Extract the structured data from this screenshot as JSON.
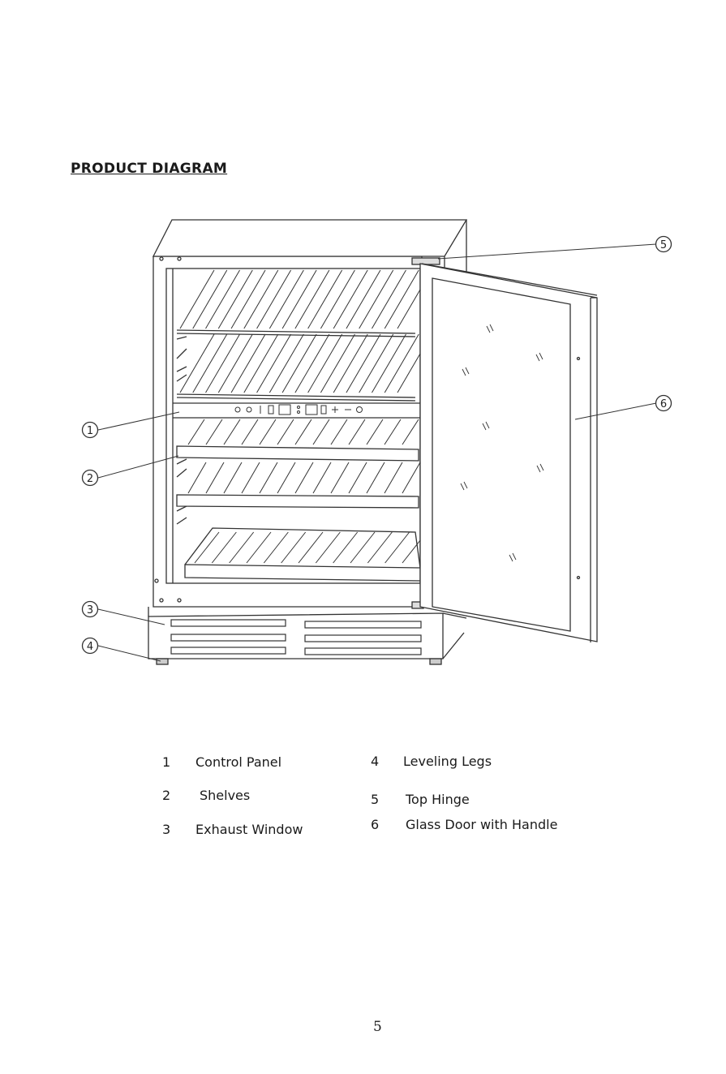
{
  "heading": "PRODUCT DIAGRAM",
  "callouts": [
    "1",
    "2",
    "3",
    "4",
    "5",
    "6"
  ],
  "legend": [
    {
      "number": "1",
      "label": "Control Panel"
    },
    {
      "number": "2",
      "label": "Shelves"
    },
    {
      "number": "3",
      "label": "Exhaust Window"
    },
    {
      "number": "4",
      "label": "Leveling Legs"
    },
    {
      "number": "5",
      "label": "Top Hinge"
    },
    {
      "number": "6",
      "label": "Glass Door with Handle"
    }
  ],
  "page_number": "5"
}
